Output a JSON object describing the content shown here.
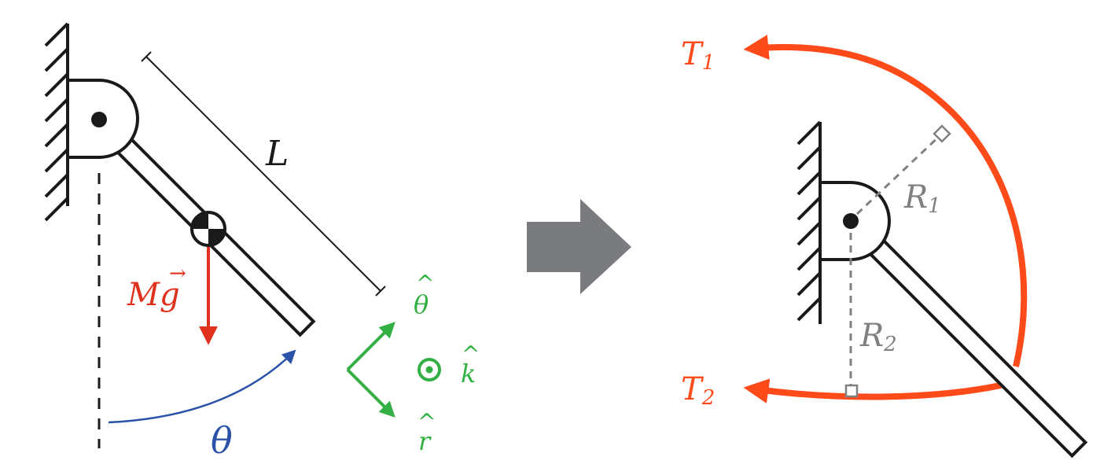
{
  "left_figure": {
    "length_label": "L",
    "gravity_label": "Mg",
    "gravity_vector_mark": "→",
    "angle_label": "θ",
    "unit_theta_label": "θ",
    "unit_k_label": "k",
    "unit_r_label": "r",
    "hat_mark": "^"
  },
  "right_figure": {
    "tension_1_label": "T",
    "tension_1_sub": "1",
    "tension_2_label": "T",
    "tension_2_sub": "2",
    "radius_1_label": "R",
    "radius_1_sub": "1",
    "radius_2_label": "R",
    "radius_2_sub": "2"
  },
  "colors": {
    "ink": "#1a1a1a",
    "gravity": "#e0301e",
    "angle": "#2a52a8",
    "unit_vectors": "#33b044",
    "tension": "#ff4a1a",
    "radius": "#808080",
    "transition_arrow": "#7a7b7f"
  },
  "icons": [
    "wall-hatch-icon",
    "pivot-icon",
    "center-of-mass-icon",
    "out-of-page-icon",
    "right-arrow-icon",
    "right-angle-icon"
  ]
}
